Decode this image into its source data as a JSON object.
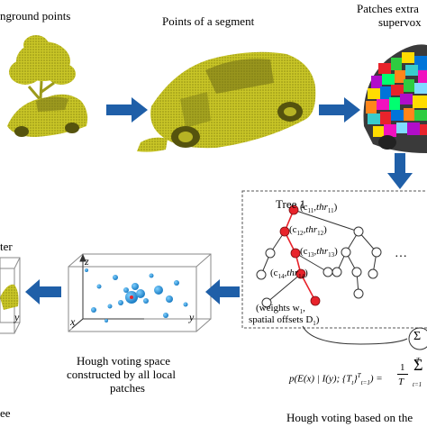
{
  "captions": {
    "nonground": "nground points",
    "segment": "Points of a segment",
    "patches_line1": "Patches extra",
    "patches_line2": "supervox",
    "hough_space_line1": "Hough voting space",
    "hough_space_line2": "constructed by all local",
    "hough_space_line3": "patches",
    "hough_voting": "Hough voting based on the",
    "left_partial": "ter",
    "bottom_left_partial": "ee"
  },
  "tree": {
    "title": "Tree 1",
    "node_c11": "(c",
    "node_c11_sub": "11",
    "node_c11_thr": ",thr",
    "node_c11_thr_sub": "11",
    "node_c12": "(c",
    "node_c12_sub": "12",
    "node_c12_thr": ",thr",
    "node_c12_thr_sub": "12",
    "node_c13": "(c",
    "node_c13_sub": "13",
    "node_c13_thr": ",thr",
    "node_c13_thr_sub": "13",
    "node_c14": "(c",
    "node_c14_sub": "14",
    "node_c14_thr": ",thr",
    "node_c14_thr_sub": "14",
    "close_paren": ")",
    "ellipsis": "…",
    "weights_line1": "(weights w",
    "weights_sub": "1",
    "weights_comma": ",",
    "weights_line2": "spatial offsets D",
    "weights_line2_sub": "1",
    "weights_line2_end": ")"
  },
  "formula": {
    "sum_symbol": "Σ",
    "lhs": "p(E(x) | I(y); {T",
    "lhs_sub": "t",
    "lhs_end": "}",
    "lhs_sup": "T",
    "lhs_sub2": "t=1",
    "rhs": ") =",
    "frac_num": "1",
    "frac_den": "T",
    "sum_sup": "T",
    "sum_sub": "t=1"
  },
  "axes": {
    "z": "z",
    "x": "x",
    "y": "y",
    "y_left": "y"
  },
  "colors": {
    "arrow": "#1f5fa8",
    "red_node": "#e8232b",
    "vote_blue": "#2a8fd6",
    "box_line": "#8a8a8a",
    "point_yellow": "#c9c627"
  }
}
